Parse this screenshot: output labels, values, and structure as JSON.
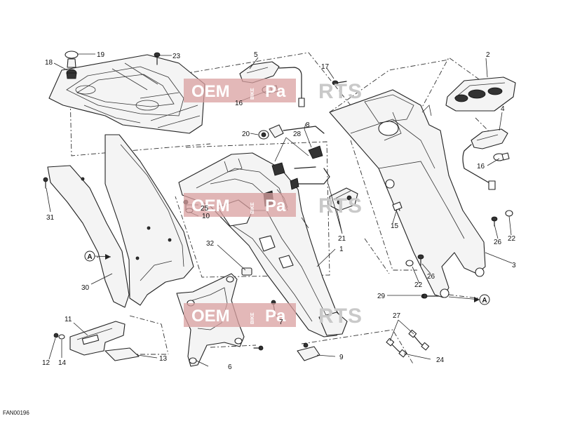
{
  "diagram_code": "FAN00196",
  "watermark": {
    "left": "OEM",
    "middle": "BIKE",
    "right_a": "Pa",
    "right_b": "RTS"
  },
  "ref_marker": "A",
  "callouts": [
    "1",
    "2",
    "3",
    "4",
    "5",
    "6",
    "7",
    "8",
    "9",
    "10",
    "11",
    "12",
    "13",
    "14",
    "15",
    "16",
    "17",
    "18",
    "19",
    "20",
    "21",
    "22",
    "23",
    "24",
    "25",
    "26",
    "27",
    "28",
    "29",
    "30",
    "31",
    "32"
  ],
  "colors": {
    "watermark": "#d9a0a0",
    "line": "#222222"
  }
}
